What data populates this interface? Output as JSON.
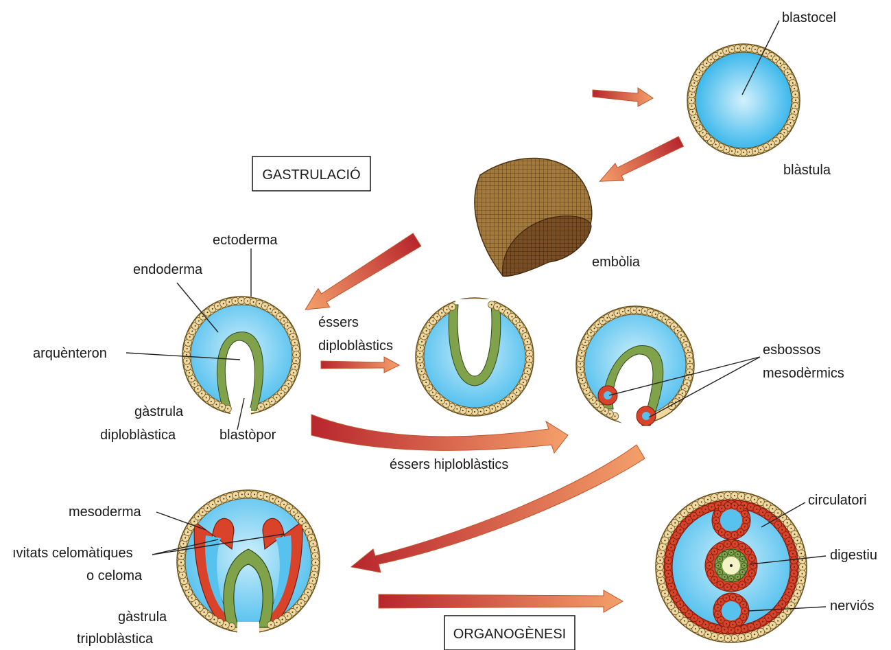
{
  "labels": {
    "blastocel": "blastocel",
    "blastula": "blàstula",
    "gastrulacio": "GASTRULACIÓ",
    "embolia": "embòlia",
    "ectoderma": "ectoderma",
    "endoderma": "endoderma",
    "arquenteron": "arquènteron",
    "gastrula_dip_1": "gàstrula",
    "gastrula_dip_2": "diploblàstica",
    "blastopor": "blastòpor",
    "essers_dip_1": "éssers",
    "essers_dip_2": "diploblàstics",
    "esbossos_1": "esbossos",
    "esbossos_2": "mesodèrmics",
    "essers_hip": "éssers hiploblàstics",
    "mesoderma": "mesoderma",
    "cavitats_1": "ıvitats celomàtiques",
    "cavitats_2": "o celoma",
    "gastrula_trip_1": "gàstrula",
    "gastrula_trip_2": "triploblàstica",
    "organogenesi": "ORGANOGÈNESI",
    "circulatori": "circulatori",
    "digestiu": "digestiu",
    "nervios": "nerviós"
  },
  "colors": {
    "cavity_blue": "#3db8ec",
    "cavity_light": "#c8ecfb",
    "ecto_cell": "#efd9a0",
    "ecto_stroke": "#6b5420",
    "endo_cell": "#7fa24a",
    "endo_stroke": "#2f4a1a",
    "meso_cell": "#d8432a",
    "meso_stroke": "#7a1a0e",
    "arrow_dark": "#b8262d",
    "arrow_light": "#f4a06a",
    "embolia": "#8a6230"
  }
}
